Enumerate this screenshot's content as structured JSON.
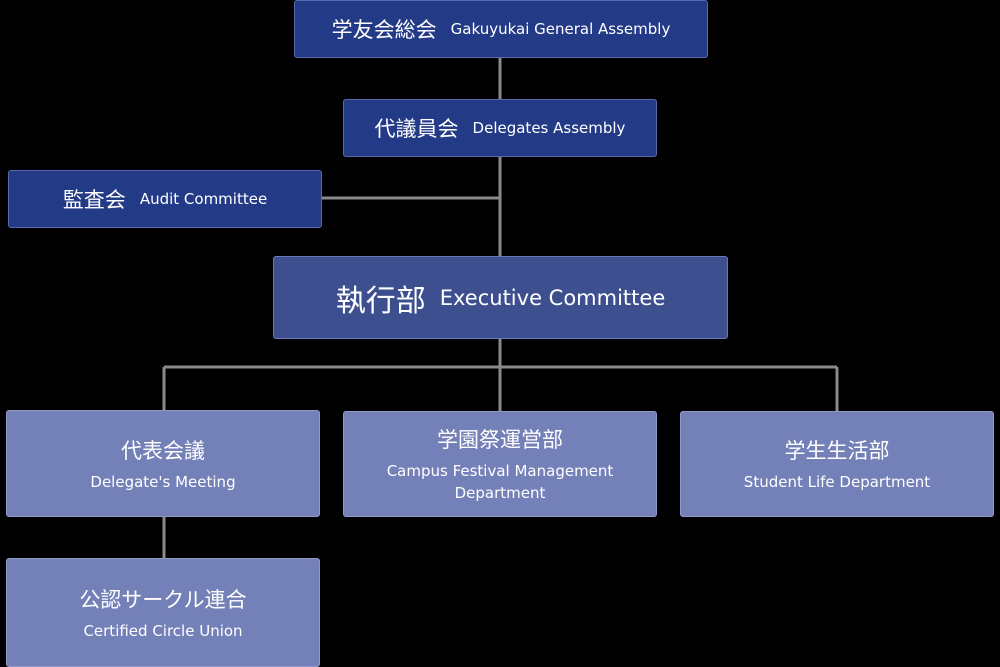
{
  "nodes": {
    "general_assembly": {
      "jp": "学友会総会",
      "en": "Gakuyukai General Assembly"
    },
    "delegates_assembly": {
      "jp": "代議員会",
      "en": "Delegates Assembly"
    },
    "audit_committee": {
      "jp": "監査会",
      "en": "Audit Committee"
    },
    "executive_committee": {
      "jp": "執行部",
      "en": "Executive Committee"
    },
    "delegates_meeting": {
      "jp": "代表会議",
      "en": "Delegate's Meeting"
    },
    "campus_festival": {
      "jp": "学園祭運営部",
      "en": "Campus Festival Management Department"
    },
    "student_life": {
      "jp": "学生生活部",
      "en": "Student Life Department"
    },
    "certified_circle": {
      "jp": "公認サークル連合",
      "en": "Certified Circle Union"
    }
  },
  "colors": {
    "background": "#000000",
    "top_box": "#233a86",
    "executive_box": "#3e4f8f",
    "department_box": "#7480b8",
    "connector": "#8a8a8a"
  }
}
